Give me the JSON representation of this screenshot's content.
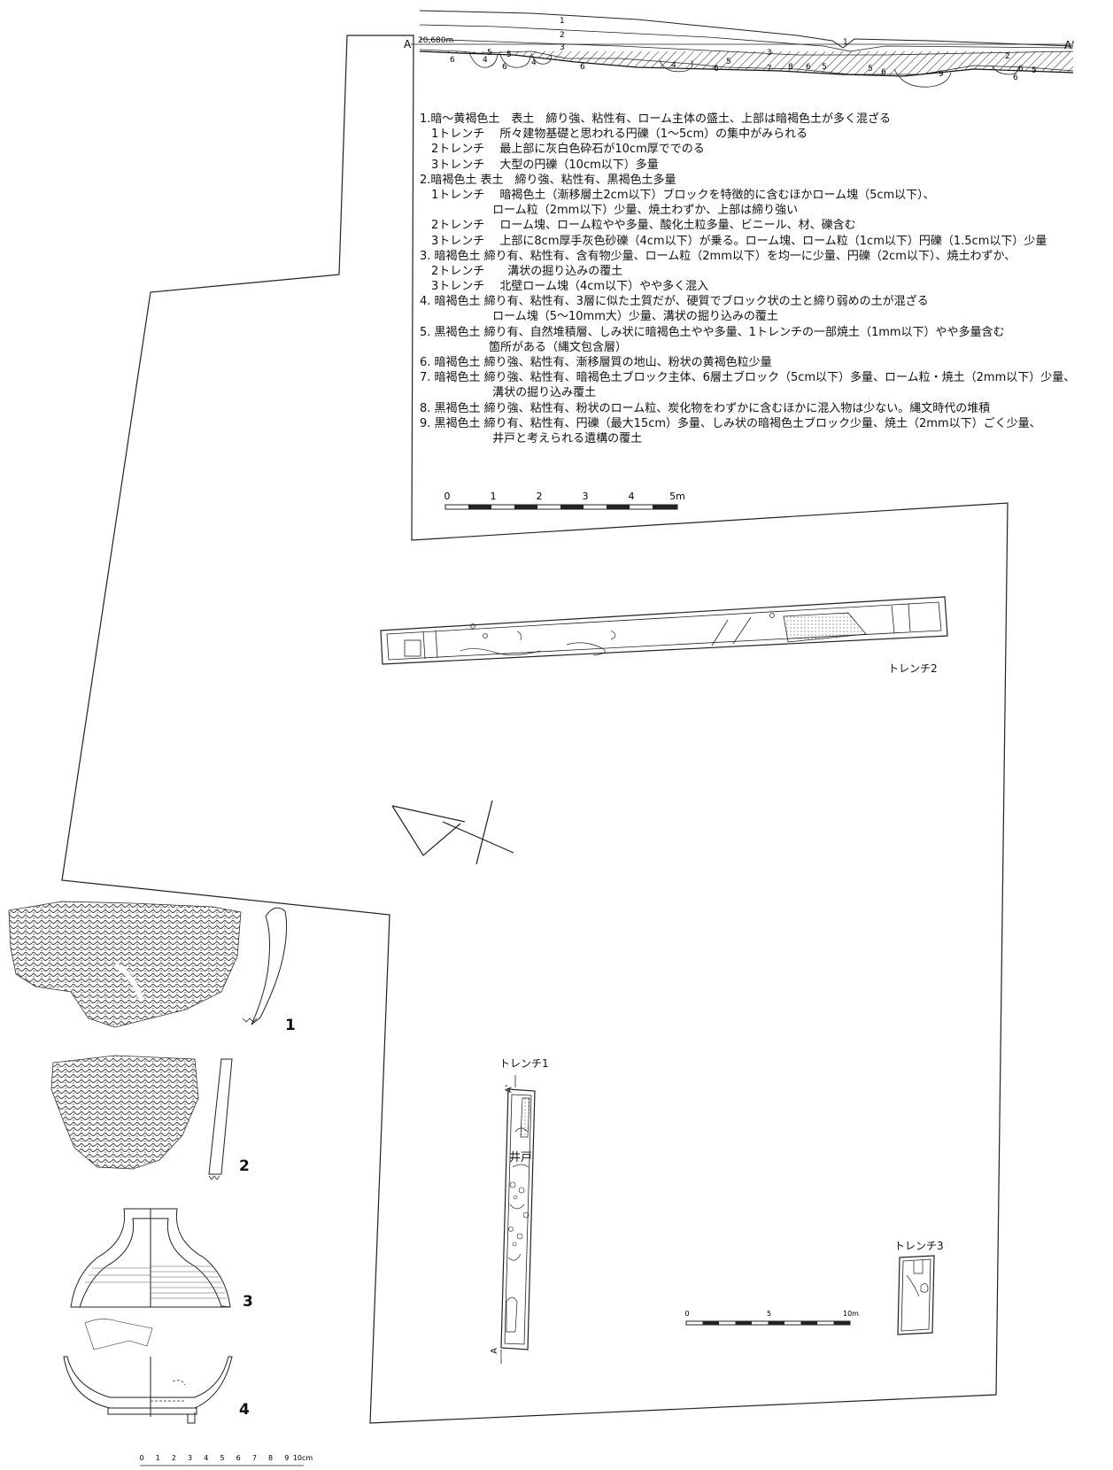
{
  "section": {
    "start_label": "A",
    "end_label": "A'",
    "elevation": "20,680m",
    "layer_numbers": [
      "1",
      "2",
      "3",
      "1",
      "3",
      "5",
      "5",
      "4",
      "6",
      "4",
      "6",
      "6",
      "4",
      "6",
      "5",
      "7",
      "8",
      "6",
      "5",
      "5",
      "6",
      "9",
      "2",
      "5",
      "6",
      "6"
    ]
  },
  "legend": {
    "lines": [
      "1.暗～黄褐色土　表土　締り強、粘性有、ローム主体の盛土、上部は暗褐色土が多く混ざる",
      "　1トレンチ　 所々建物基礎と思われる円礫（1～5cm）の集中がみられる",
      "　2トレンチ　 最上部に灰白色砕石が10cm厚ででのる",
      "　3トレンチ　 大型の円礫（10cm以下）多量",
      "2.暗褐色土 表土　締り強、粘性有、黒褐色土多量",
      "　1トレンチ　 暗褐色土（漸移層土2cm以下）ブロックを特徴的に含むほかローム塊（5cm以下）、",
      "　　　　　　 ローム粒（2mm以下）少量、焼土わずか、上部は締り強い",
      "　2トレンチ　 ローム塊、ローム粒やや多量、酸化土粒多量、ビニール、材、礫含む",
      "　3トレンチ　 上部に8cm厚手灰色砂礫（4cm以下）が乗る。ローム塊、ローム粒（1cm以下）円礫（1.5cm以下）少量",
      "3. 暗褐色土 締り有、粘性有、含有物少量、ローム粒（2mm以下）を均一に少量、円礫（2cm以下）、焼土わずか、",
      "　2トレンチ　　溝状の掘り込みの覆土",
      "　3トレンチ　 北壁ローム塊（4cm以下）やや多く混入",
      "4. 暗褐色土 締り有、粘性有、3層に似た土質だが、硬質でブロック状の土と締り弱めの土が混ざる",
      "　　　　　　 ローム塊（5～10mm大）少量、溝状の掘り込みの覆土",
      "5. 黒褐色土 締り有、自然堆積層、しみ状に暗褐色土やや多量、1トレンチの一部焼土（1mm以下）やや多量含む",
      "　　　　　　箇所がある（縄文包含層）",
      "6. 暗褐色土 締り強、粘性有、漸移層質の地山、粉状の黄褐色粒少量",
      "7. 暗褐色土 締り強、粘性有、暗褐色土ブロック主体、6層土ブロック（5cm以下）多量、ローム粒・焼土（2mm以下）少量、",
      "　　　　　　 溝状の掘り込み覆土",
      "8. 黒褐色土 締り強、粘性有、粉状のローム粒、炭化物をわずかに含むほかに混入物は少ない。縄文時代の堆積",
      "9. 黒褐色土 締り有、粘性有、円礫（最大15cm）多量、しみ状の暗褐色土ブロック少量、焼土（2mm以下）ごく少量、",
      "　　　　　　 井戸と考えられる遺構の覆土"
    ]
  },
  "scale_section": {
    "ticks": [
      "0",
      "1",
      "2",
      "3",
      "4",
      "5m"
    ]
  },
  "scale_plan": {
    "ticks": [
      "0",
      "5",
      "10m"
    ]
  },
  "scale_pottery": {
    "ticks": [
      "0",
      "1",
      "2",
      "3",
      "4",
      "5",
      "6",
      "7",
      "8",
      "9",
      "10cm"
    ]
  },
  "trenches": {
    "t1": "トレンチ1",
    "t2": "トレンチ2",
    "t3": "トレンチ3",
    "well": "井戸",
    "t1_top": "A'",
    "t1_bottom": "A"
  },
  "pottery": {
    "labels": [
      "1",
      "2",
      "3",
      "4"
    ]
  }
}
